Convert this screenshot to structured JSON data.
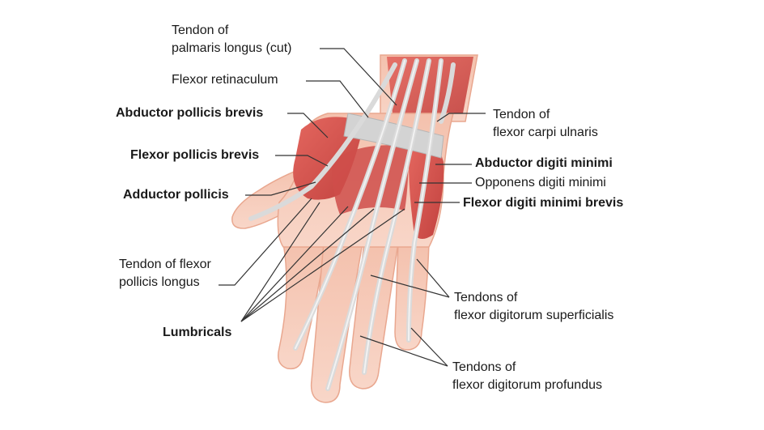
{
  "labels": {
    "palmaris": [
      "Tendon of",
      "palmaris longus (cut)"
    ],
    "retinaculum": "Flexor retinaculum",
    "abductor_pollicis_brevis": "Abductor pollicis brevis",
    "flexor_pollicis_brevis": "Flexor pollicis brevis",
    "adductor_pollicis": "Adductor pollicis",
    "flexor_pollicis_longus": [
      "Tendon of flexor",
      "pollicis longus"
    ],
    "lumbricals": "Lumbricals",
    "flexor_carpi_ulnaris": [
      "Tendon of",
      "flexor carpi ulnaris"
    ],
    "abductor_digiti_minimi": "Abductor digiti minimi",
    "opponens_digiti_minimi": "Opponens digiti minimi",
    "flexor_digiti_minimi_brevis": "Flexor digiti minimi brevis",
    "superficialis": [
      "Tendons of",
      "flexor digitorum superficialis"
    ],
    "profundus": [
      "Tendons of",
      "flexor digitorum profundus"
    ]
  },
  "colors": {
    "skin": "#f6c9b6",
    "skin_edge": "#e9a78f",
    "muscle": "#d9534f",
    "muscle_dark": "#b83a3a",
    "tendon": "#dcdcdc",
    "line": "#333333"
  }
}
